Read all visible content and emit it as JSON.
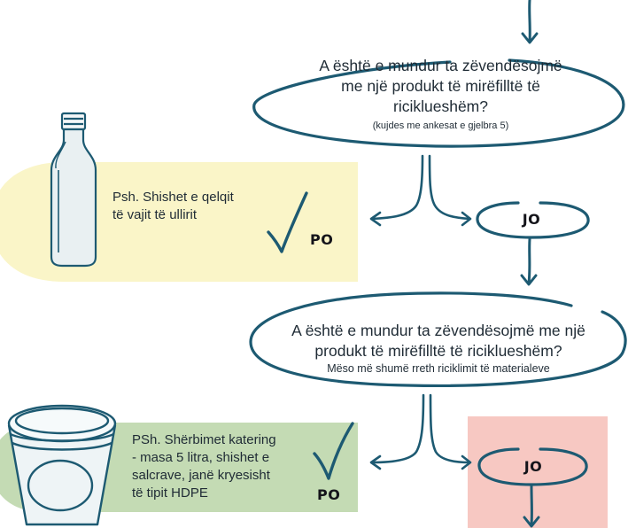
{
  "question1": {
    "text": "A është e mundur ta zëvendësojmë me një produkt të mirëfilltë të riciklueshëm?",
    "line1": "A është e mundur ta zëvendësojmë",
    "line2": "me një produkt të mirëfilltë të",
    "line3": "riciklueshëm?",
    "note": "(kujdes me ankesat e gjelbra 5)"
  },
  "example1": {
    "line1": "Psh. Shishet e qelqit",
    "line2": "të vajit të ullirit",
    "answer": "PO"
  },
  "no1": {
    "label": "JO"
  },
  "question2": {
    "line1": "A është e mundur ta zëvendësojmë me një",
    "line2": "produkt të mirëfilltë të riciklueshëm?",
    "note": "Mëso më shumë rreth riciklimit të materialeve"
  },
  "example2": {
    "line1": "PSh. Shërbimet katering",
    "line2": "- masa 5 litra, shishet e",
    "line3": "salcrave, janë kryesisht",
    "line4": "të tipit HDPE",
    "answer": "PO"
  },
  "no2": {
    "label": "JO"
  },
  "colors": {
    "stroke": "#1d5a72",
    "panel_yellow": "#faf5c8",
    "panel_green": "#c4dbb4",
    "panel_pink": "#f7c8c2",
    "bottle_glass": "#e9f0f2",
    "bucket_fill": "#eef4f6"
  }
}
